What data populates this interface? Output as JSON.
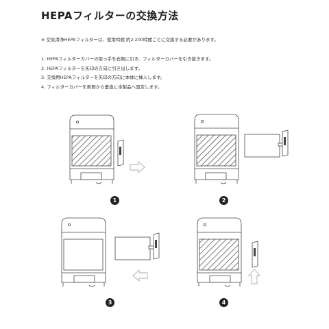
{
  "title": "HEPAフィルターの交換方法",
  "note": "※ 空気清浄HEPAフィルターは、使用時間 約2,200時間ごとに交換する必要があります。",
  "steps": [
    "1. HEPAフィルターカバーの取っ手を右側に引き、フィルターカバーを引き抜きます。",
    "2. HEPAフィルターを矢印の方向に引き出します。",
    "3. 交換用HEPAフィルターを矢印の方向に本体に挿入します。",
    "4. フィルターカバーを奥側から垂直に本製品へ固定します。"
  ],
  "figures": [
    {
      "number": "1",
      "arrow": "right",
      "filter_out": false
    },
    {
      "number": "2",
      "arrow": "none",
      "filter_out": true
    },
    {
      "number": "3",
      "arrow": "left",
      "filter_out": true
    },
    {
      "number": "4",
      "arrow": "up",
      "filter_out": false
    }
  ],
  "colors": {
    "line": "#444444",
    "hatch": "#555555",
    "arrow": "#aaaaaa",
    "badge": "#222222"
  }
}
